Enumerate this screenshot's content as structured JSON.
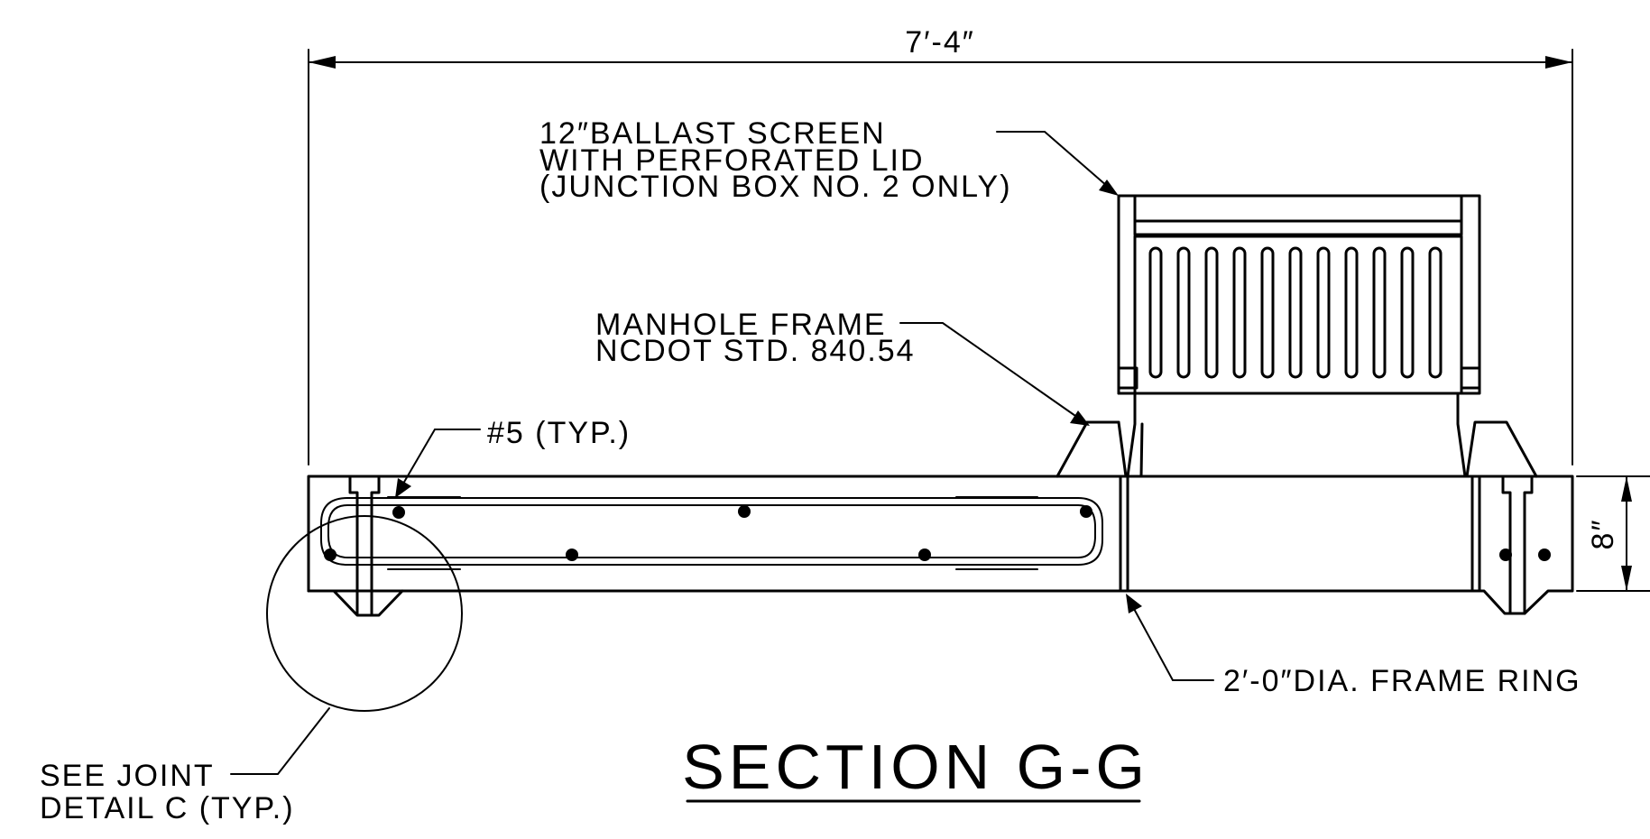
{
  "title": "SECTION G-G",
  "dimensions": {
    "overall_width": "7′-4″",
    "height": "8″"
  },
  "callouts": {
    "ballast_screen": [
      "12″BALLAST SCREEN",
      "WITH PERFORATED LID",
      "(JUNCTION BOX NO. 2 ONLY)"
    ],
    "manhole_frame": [
      "MANHOLE FRAME",
      "NCDOT STD. 840.54"
    ],
    "rebar": "#5 (TYP.)",
    "frame_ring": "2′-0″DIA. FRAME RING",
    "joint_detail": [
      "SEE JOINT",
      "DETAIL C (TYP.)"
    ]
  }
}
